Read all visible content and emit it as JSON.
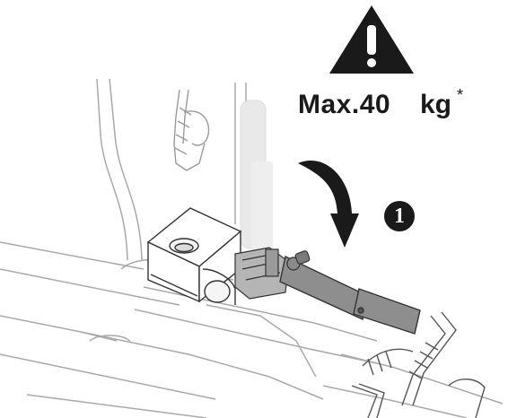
{
  "warning": {
    "icon": "warning-triangle-icon",
    "max_load_text": "Max.40",
    "unit": "kg",
    "footnote_mark": "*"
  },
  "step": {
    "number": "1"
  },
  "colors": {
    "ink": "#1a1a1a",
    "line_gray": "#a8a8a8",
    "handle_gray": "#8e8e8e",
    "ghost_gray": "#e6e6e6"
  },
  "icons": [
    "warning-triangle-icon",
    "rotation-arrow-icon",
    "step-badge-icon",
    "lock-key-icon",
    "strap-icon"
  ]
}
